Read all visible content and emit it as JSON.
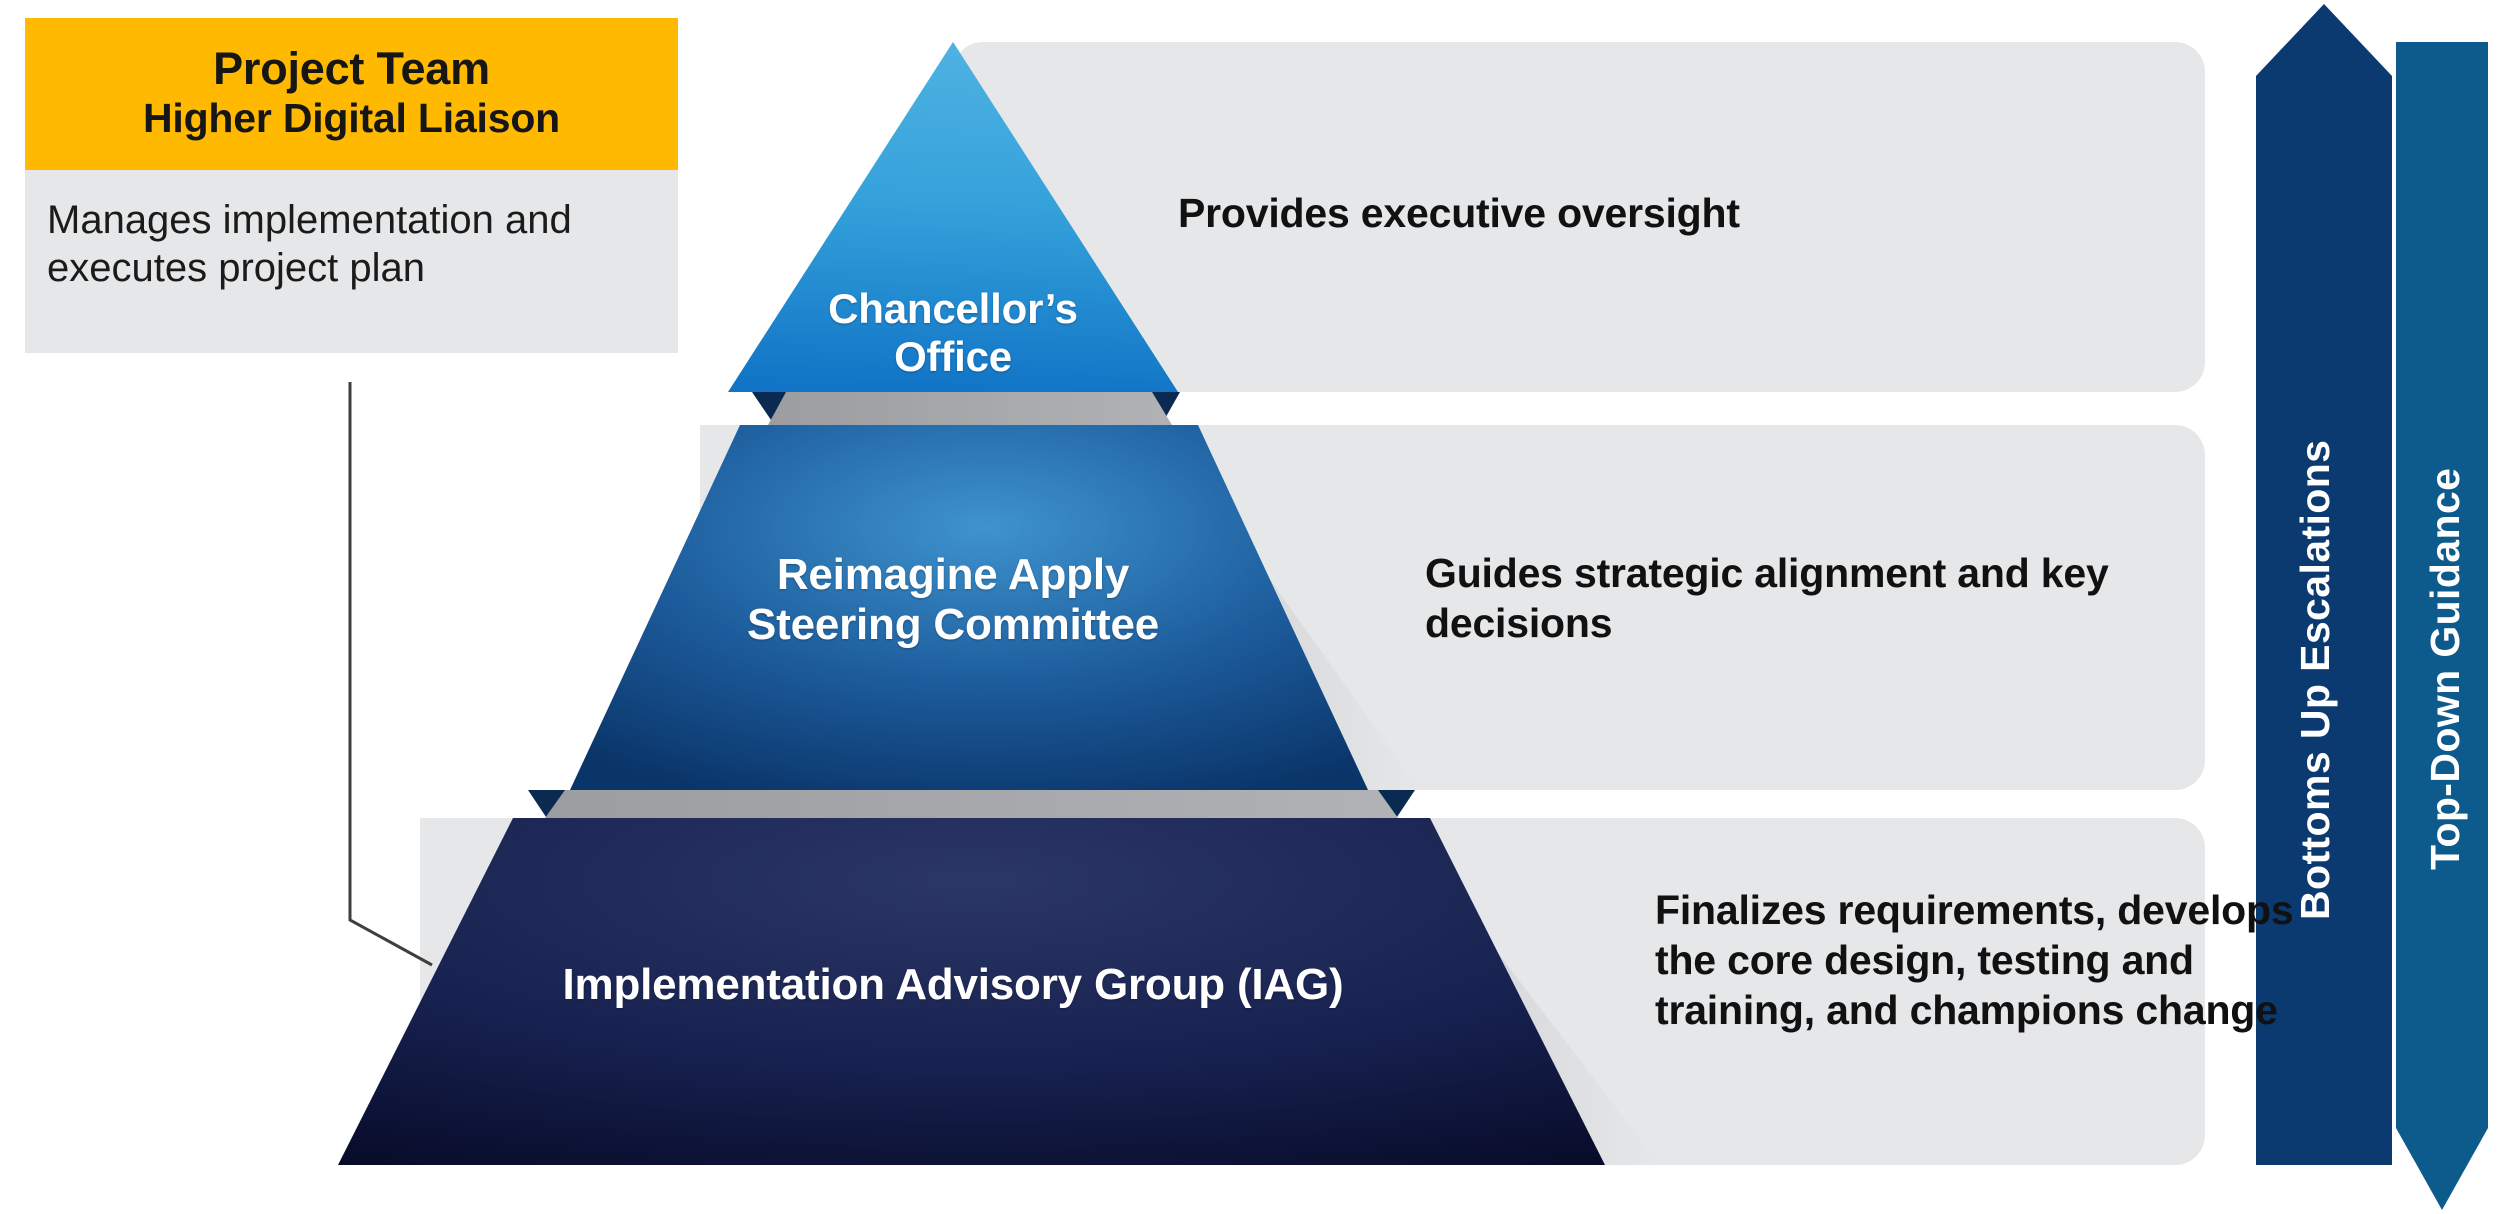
{
  "callout": {
    "title_line1": "Project Team",
    "title_line2": "Higher Digital Liaison",
    "description": "Manages implementation and executes project plan",
    "header_color": "#FFB900",
    "body_color": "#E6E7E8"
  },
  "pyramid": {
    "tiers": [
      {
        "id": "chancellors-office",
        "label_line1": "Chancellor’s",
        "label_line2": "Office",
        "description": "Provides executive oversight",
        "fill_start": "#49AEDF",
        "fill_end": "#1277C7"
      },
      {
        "id": "steering-committee",
        "label_line1": "Reimagine Apply",
        "label_line2": "Steering Committee",
        "description": "Guides strategic alignment and key decisions",
        "fill_start": "#2E7FBF",
        "fill_end": "#0C3C78"
      },
      {
        "id": "implementation-advisory-group",
        "label_line1": "Implementation Advisory Group (IAG)",
        "label_line2": "",
        "description": "Finalizes requirements, develops the core design, testing and training, and champions change",
        "fill_start": "#27315F",
        "fill_end": "#0A1030"
      }
    ],
    "separator_color": "#A7A9AC",
    "separator_bevel_color": "#002B54",
    "panel_color": "#E6E7E8"
  },
  "arrows": {
    "left": {
      "label": "Bottoms Up Escalations",
      "direction": "up",
      "color": "#0A3A70"
    },
    "right": {
      "label": "Top-Down Guidance",
      "direction": "down",
      "color": "#0D5A8C"
    }
  }
}
